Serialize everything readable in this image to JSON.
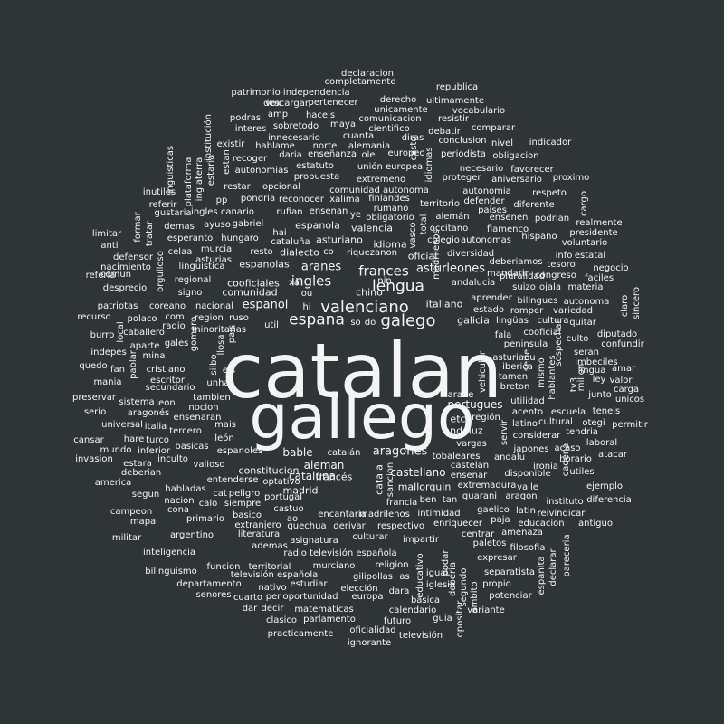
{
  "background_color": "#2f3437",
  "text_color": "#f4f4f4",
  "words": [
    {
      "text": "catalan"
    },
    {
      "text": "gallego"
    },
    {
      "text": "valenciano"
    },
    {
      "text": "galego"
    },
    {
      "text": "espana"
    },
    {
      "text": "lengua"
    },
    {
      "text": "frances"
    },
    {
      "text": "ingles"
    },
    {
      "text": "aranes"
    },
    {
      "text": "asturleones"
    },
    {
      "text": "espanol"
    },
    {
      "text": "aragones"
    },
    {
      "text": "castellano"
    },
    {
      "text": "bable"
    },
    {
      "text": "aleman"
    },
    {
      "text": "cataluna"
    },
    {
      "text": "portugues"
    },
    {
      "text": "andaluz"
    },
    {
      "text": "idioma"
    },
    {
      "text": "valencia"
    },
    {
      "text": "dialecto"
    },
    {
      "text": "asturiano"
    },
    {
      "text": "espanola"
    },
    {
      "text": "comunidad"
    },
    {
      "text": "cooficiales"
    },
    {
      "text": "espanolas"
    },
    {
      "text": "oficial"
    },
    {
      "text": "galicia"
    },
    {
      "text": "italiano"
    },
    {
      "text": "mallorquin"
    },
    {
      "text": "constitucion"
    },
    {
      "text": "madrid"
    },
    {
      "text": "francés"
    },
    {
      "text": "chino"
    },
    {
      "text": "etc"
    },
    {
      "text": "catala"
    },
    {
      "text": "occitano"
    },
    {
      "text": "riquezanon"
    },
    {
      "text": "idiomas"
    },
    {
      "text": "vasco"
    },
    {
      "text": "descargar"
    },
    {
      "text": "declaracion"
    },
    {
      "text": "completamente"
    },
    {
      "text": "republica"
    },
    {
      "text": "patrimonio independencia"
    },
    {
      "text": "vox"
    },
    {
      "text": "pertenecer"
    },
    {
      "text": "derecho"
    },
    {
      "text": "ultimamente"
    },
    {
      "text": "amp"
    },
    {
      "text": "haceis"
    },
    {
      "text": "unicamente"
    },
    {
      "text": "vocabulario"
    },
    {
      "text": "podras"
    },
    {
      "text": "sobretodo"
    },
    {
      "text": "maya"
    },
    {
      "text": "comunicacion"
    },
    {
      "text": "resistir"
    },
    {
      "text": "interes"
    },
    {
      "text": "cientifico"
    },
    {
      "text": "comparar"
    },
    {
      "text": "innecesario"
    },
    {
      "text": "cuanta"
    },
    {
      "text": "debatir"
    },
    {
      "text": "diras"
    },
    {
      "text": "conclusion"
    },
    {
      "text": "existir"
    },
    {
      "text": "hablame"
    },
    {
      "text": "norte"
    },
    {
      "text": "alemania"
    },
    {
      "text": "nivel"
    },
    {
      "text": "indicador"
    },
    {
      "text": "recoger"
    },
    {
      "text": "daria"
    },
    {
      "text": "enseñanza"
    },
    {
      "text": "ole"
    },
    {
      "text": "europeo"
    },
    {
      "text": "periodista"
    },
    {
      "text": "obligacion"
    },
    {
      "text": "autonomias"
    },
    {
      "text": "estatuto"
    },
    {
      "text": "unión europea"
    },
    {
      "text": "necesario"
    },
    {
      "text": "favorecer"
    },
    {
      "text": "propuesta"
    },
    {
      "text": "extremeno"
    },
    {
      "text": "proteger"
    },
    {
      "text": "aniversario"
    },
    {
      "text": "proximo"
    },
    {
      "text": "restar"
    },
    {
      "text": "opcional"
    },
    {
      "text": "comunidad autonoma"
    },
    {
      "text": "autonomia"
    },
    {
      "text": "respeto"
    },
    {
      "text": "inutiles"
    },
    {
      "text": "pp"
    },
    {
      "text": "pondria"
    },
    {
      "text": "reconocer"
    },
    {
      "text": "xalima"
    },
    {
      "text": "finlandes"
    },
    {
      "text": "defender"
    },
    {
      "text": "diferente"
    },
    {
      "text": "referir"
    },
    {
      "text": "rumano"
    },
    {
      "text": "territorio"
    },
    {
      "text": "paises"
    },
    {
      "text": "gustaria"
    },
    {
      "text": "ingles canario"
    },
    {
      "text": "rufian"
    },
    {
      "text": "ensenan"
    },
    {
      "text": "ye"
    },
    {
      "text": "obligatorio"
    },
    {
      "text": "alemán"
    },
    {
      "text": "ensenen"
    },
    {
      "text": "podrian"
    },
    {
      "text": "realmente"
    },
    {
      "text": "demas"
    },
    {
      "text": "ayuso"
    },
    {
      "text": "gabriel"
    },
    {
      "text": "flamenco"
    },
    {
      "text": "presidente"
    },
    {
      "text": "limitar"
    },
    {
      "text": "esperanto"
    },
    {
      "text": "hungaro"
    },
    {
      "text": "hai"
    },
    {
      "text": "colegio"
    },
    {
      "text": "autonomas"
    },
    {
      "text": "hispano"
    },
    {
      "text": "voluntario"
    },
    {
      "text": "anti"
    },
    {
      "text": "murcia"
    },
    {
      "text": "cataluña"
    },
    {
      "text": "info"
    },
    {
      "text": "estatal"
    },
    {
      "text": "celaa"
    },
    {
      "text": "resto"
    },
    {
      "text": "co"
    },
    {
      "text": "diversidad"
    },
    {
      "text": "deberiamos"
    },
    {
      "text": "tesoro"
    },
    {
      "text": "defensor"
    },
    {
      "text": "asturias"
    },
    {
      "text": "nacimiento"
    },
    {
      "text": "linguistica"
    },
    {
      "text": "mandarin"
    },
    {
      "text": "congreso"
    },
    {
      "text": "negocio"
    },
    {
      "text": "comun"
    },
    {
      "text": "referia"
    },
    {
      "text": "pluralidad"
    },
    {
      "text": "faciles"
    },
    {
      "text": "regional"
    },
    {
      "text": "xa"
    },
    {
      "text": "nin"
    },
    {
      "text": "andalucia"
    },
    {
      "text": "suizo"
    },
    {
      "text": "ojala"
    },
    {
      "text": "materia"
    },
    {
      "text": "desprecio"
    },
    {
      "text": "signo"
    },
    {
      "text": "ou"
    },
    {
      "text": "aprender"
    },
    {
      "text": "bilingues"
    },
    {
      "text": "autonoma"
    },
    {
      "text": "coreano"
    },
    {
      "text": "nacional"
    },
    {
      "text": "hi"
    },
    {
      "text": "estado"
    },
    {
      "text": "romper"
    },
    {
      "text": "variedad"
    },
    {
      "text": "patriotas"
    },
    {
      "text": "com"
    },
    {
      "text": "region"
    },
    {
      "text": "ruso"
    },
    {
      "text": "lingüas"
    },
    {
      "text": "cultura"
    },
    {
      "text": "quitar"
    },
    {
      "text": "recurso"
    },
    {
      "text": "polaco"
    },
    {
      "text": "radio"
    },
    {
      "text": "minoritarias"
    },
    {
      "text": "util"
    },
    {
      "text": "so"
    },
    {
      "text": "do"
    },
    {
      "text": "fala"
    },
    {
      "text": "cooficial"
    },
    {
      "text": "diputado"
    },
    {
      "text": "caballero"
    },
    {
      "text": "burro"
    },
    {
      "text": "gales"
    },
    {
      "text": "peninsula"
    },
    {
      "text": "culto"
    },
    {
      "text": "confundir"
    },
    {
      "text": "aparte"
    },
    {
      "text": "asturianu"
    },
    {
      "text": "seran"
    },
    {
      "text": "indepes"
    },
    {
      "text": "mina"
    },
    {
      "text": "iberica"
    },
    {
      "text": "imbeciles"
    },
    {
      "text": "quedo"
    },
    {
      "text": "fan"
    },
    {
      "text": "cristiano"
    },
    {
      "text": "els"
    },
    {
      "text": "tamen"
    },
    {
      "text": "lingua"
    },
    {
      "text": "amar"
    },
    {
      "text": "escritor"
    },
    {
      "text": "unha"
    },
    {
      "text": "breton"
    },
    {
      "text": "ley"
    },
    {
      "text": "valor"
    },
    {
      "text": "mania"
    },
    {
      "text": "secundario"
    },
    {
      "text": "carga"
    },
    {
      "text": "tambien"
    },
    {
      "text": "arabe"
    },
    {
      "text": "utilidad"
    },
    {
      "text": "junto"
    },
    {
      "text": "unicos"
    },
    {
      "text": "preservar"
    },
    {
      "text": "sistema"
    },
    {
      "text": "leon"
    },
    {
      "text": "nocion"
    },
    {
      "text": "acento"
    },
    {
      "text": "escuela"
    },
    {
      "text": "teneis"
    },
    {
      "text": "serio"
    },
    {
      "text": "aragonés"
    },
    {
      "text": "ensenaran"
    },
    {
      "text": "región"
    },
    {
      "text": "latino"
    },
    {
      "text": "cultural"
    },
    {
      "text": "otegi"
    },
    {
      "text": "permitir"
    },
    {
      "text": "universal"
    },
    {
      "text": "italia"
    },
    {
      "text": "tercero"
    },
    {
      "text": "mais"
    },
    {
      "text": "tendria"
    },
    {
      "text": "cansar"
    },
    {
      "text": "hare"
    },
    {
      "text": "turco"
    },
    {
      "text": "basicas"
    },
    {
      "text": "león"
    },
    {
      "text": "considerar"
    },
    {
      "text": "laboral"
    },
    {
      "text": "mundo"
    },
    {
      "text": "inferior"
    },
    {
      "text": "espanoles"
    },
    {
      "text": "vargas"
    },
    {
      "text": "japones"
    },
    {
      "text": "acaso"
    },
    {
      "text": "invasion"
    },
    {
      "text": "inculto"
    },
    {
      "text": "catalán"
    },
    {
      "text": "tobaleares"
    },
    {
      "text": "andalu"
    },
    {
      "text": "horario"
    },
    {
      "text": "atacar"
    },
    {
      "text": "estara"
    },
    {
      "text": "valioso"
    },
    {
      "text": "castelan"
    },
    {
      "text": "ironia"
    },
    {
      "text": "utiles"
    },
    {
      "text": "ejemplo"
    },
    {
      "text": "deberian"
    },
    {
      "text": "entenderse"
    },
    {
      "text": "ensenar"
    },
    {
      "text": "disponible"
    },
    {
      "text": "america"
    },
    {
      "text": "optativo"
    },
    {
      "text": "extremadura"
    },
    {
      "text": "valle"
    },
    {
      "text": "habladas"
    },
    {
      "text": "peligro"
    },
    {
      "text": "guarani"
    },
    {
      "text": "aragon"
    },
    {
      "text": "segun"
    },
    {
      "text": "cat"
    },
    {
      "text": "portugal"
    },
    {
      "text": "ben"
    },
    {
      "text": "tan"
    },
    {
      "text": "instituto"
    },
    {
      "text": "diferencia"
    },
    {
      "text": "nacion"
    },
    {
      "text": "calo"
    },
    {
      "text": "siempre"
    },
    {
      "text": "francia"
    },
    {
      "text": "gaelico"
    },
    {
      "text": "latin"
    },
    {
      "text": "campeon"
    },
    {
      "text": "cona"
    },
    {
      "text": "basico"
    },
    {
      "text": "castuo"
    },
    {
      "text": "encantaria"
    },
    {
      "text": "madrilenos"
    },
    {
      "text": "intimidad"
    },
    {
      "text": "reivindicar"
    },
    {
      "text": "mapa"
    },
    {
      "text": "primario"
    },
    {
      "text": "ao"
    },
    {
      "text": "paja"
    },
    {
      "text": "educacion"
    },
    {
      "text": "extranjero"
    },
    {
      "text": "quechua"
    },
    {
      "text": "derivar"
    },
    {
      "text": "respectivo"
    },
    {
      "text": "enriquecer"
    },
    {
      "text": "antiguo"
    },
    {
      "text": "literatura"
    },
    {
      "text": "amenaza"
    },
    {
      "text": "militar"
    },
    {
      "text": "argentino"
    },
    {
      "text": "asignatura"
    },
    {
      "text": "culturar"
    },
    {
      "text": "impartir"
    },
    {
      "text": "centrar"
    },
    {
      "text": "paletos"
    },
    {
      "text": "ademas"
    },
    {
      "text": "filosofia"
    },
    {
      "text": "inteligencia"
    },
    {
      "text": "radio televisión española"
    },
    {
      "text": "religion"
    },
    {
      "text": "expresar"
    },
    {
      "text": "funcion"
    },
    {
      "text": "territorial"
    },
    {
      "text": "murciano"
    },
    {
      "text": "separatista"
    },
    {
      "text": "bilinguismo"
    },
    {
      "text": "televisión española"
    },
    {
      "text": "gilipollas"
    },
    {
      "text": "as"
    },
    {
      "text": "igual"
    },
    {
      "text": "propio"
    },
    {
      "text": "departamento"
    },
    {
      "text": "nativo"
    },
    {
      "text": "estudiar"
    },
    {
      "text": "elección"
    },
    {
      "text": "iglesia"
    },
    {
      "text": "senores"
    },
    {
      "text": "cuarto"
    },
    {
      "text": "oportunidad"
    },
    {
      "text": "europa"
    },
    {
      "text": "dara"
    },
    {
      "text": "basica"
    },
    {
      "text": "potenciar"
    },
    {
      "text": "per"
    },
    {
      "text": "dar"
    },
    {
      "text": "decir"
    },
    {
      "text": "matematicas"
    },
    {
      "text": "calendario"
    },
    {
      "text": "variante"
    },
    {
      "text": "clasico"
    },
    {
      "text": "parlamento"
    },
    {
      "text": "futuro"
    },
    {
      "text": "guia"
    },
    {
      "text": "oficialidad"
    },
    {
      "text": "practicamente"
    },
    {
      "text": "televisión"
    },
    {
      "text": "ignorante"
    },
    {
      "text": "linguisticas"
    },
    {
      "text": "plataforma"
    },
    {
      "text": "inglaterra"
    },
    {
      "text": "estaria"
    },
    {
      "text": "institución"
    },
    {
      "text": "estan"
    },
    {
      "text": "formar"
    },
    {
      "text": "tratar"
    },
    {
      "text": "local"
    },
    {
      "text": "orgulloso"
    },
    {
      "text": "pablar"
    },
    {
      "text": "gomero"
    },
    {
      "text": "silbo"
    },
    {
      "text": "llosa"
    },
    {
      "text": "pais"
    },
    {
      "text": "madrilenos"
    },
    {
      "text": "sancion"
    },
    {
      "text": "total"
    },
    {
      "text": "casto"
    },
    {
      "text": "vehicular"
    },
    {
      "text": "servir"
    },
    {
      "text": "mismo"
    },
    {
      "text": "hablantes"
    },
    {
      "text": "sospechar"
    },
    {
      "text": "claro"
    },
    {
      "text": "sincero"
    },
    {
      "text": "tv3"
    },
    {
      "text": "millon"
    },
    {
      "text": "cadena"
    },
    {
      "text": "cargo"
    },
    {
      "text": "serie"
    },
    {
      "text": "podar"
    },
    {
      "text": "educativo"
    },
    {
      "text": "deberia"
    },
    {
      "text": "segundo"
    },
    {
      "text": "ambito"
    },
    {
      "text": "opositar"
    },
    {
      "text": "espanita"
    },
    {
      "text": "declarar"
    },
    {
      "text": "pareceria"
    }
  ]
}
